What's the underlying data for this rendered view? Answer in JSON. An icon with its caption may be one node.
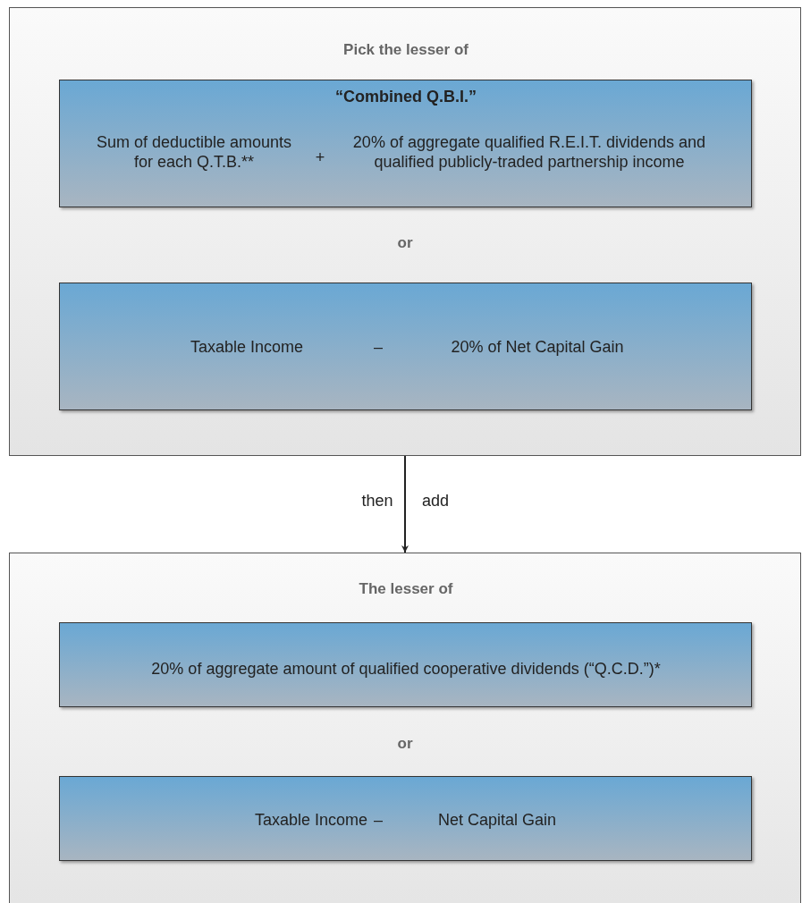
{
  "diagram": {
    "nodes": [
      {
        "text": [
          "Pick the lesser of"
        ]
      },
      {
        "text": [
          "“Combined Q.B.I.”",
          "Sum of deductible amounts for each Q.T.B.**",
          "+",
          "20% of aggregate qualified R.E.I.T. dividends and qualified publicly-traded partnership income"
        ],
        "in": 0
      },
      {
        "text": [
          "Taxable Income",
          "–",
          "20% of Net Capital Gain"
        ],
        "in": 0
      },
      {
        "text": [
          "The lesser of"
        ]
      },
      {
        "text": [
          "20% of aggregate amount of qualified cooperative dividends (“Q.C.D.”)*"
        ],
        "in": 3
      },
      {
        "text": [
          "Taxable Income",
          "–",
          "Net Capital Gain"
        ],
        "in": 3
      }
    ],
    "edges": [
      {
        "from": 0,
        "to": 3,
        "arrow": "to"
      }
    ],
    "labels": [
      "or",
      "then",
      "add",
      "or"
    ]
  }
}
